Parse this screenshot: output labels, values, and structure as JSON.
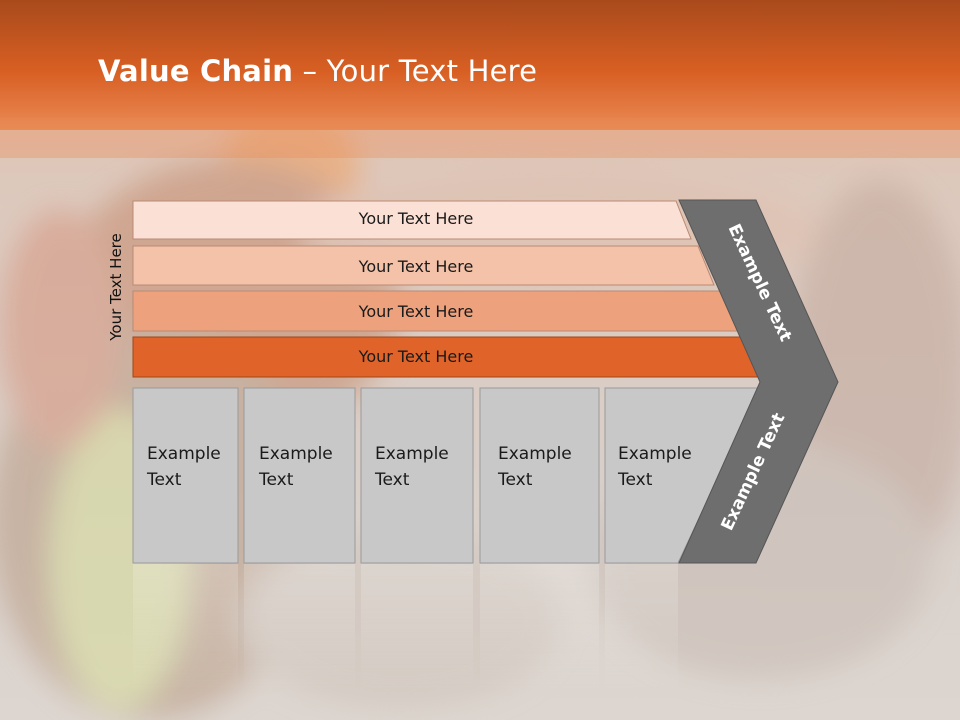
{
  "title": {
    "bold": "Value Chain",
    "rest": " – Your Text Here"
  },
  "side_label": "Your Text Here",
  "bars": [
    {
      "label": "Your Text Here",
      "color": "#fbe0d6"
    },
    {
      "label": "Your Text Here",
      "color": "#f4c1a9"
    },
    {
      "label": "Your Text Here",
      "color": "#eda27d"
    },
    {
      "label": "Your Text Here",
      "color": "#e0642a"
    }
  ],
  "boxes": [
    {
      "line1": "Example",
      "line2": "Text"
    },
    {
      "line1": "Example",
      "line2": "Text"
    },
    {
      "line1": "Example",
      "line2": "Text"
    },
    {
      "line1": "Example",
      "line2": "Text"
    },
    {
      "line1": "Example",
      "line2": "Text"
    }
  ],
  "chevron": {
    "top_label": "Example Text",
    "bottom_label": "Example Text",
    "color": "#6e6e6e"
  },
  "colors": {
    "header": "#d2581f",
    "box_fill": "#c8c8c8",
    "box_stroke": "#9a9a9a"
  }
}
